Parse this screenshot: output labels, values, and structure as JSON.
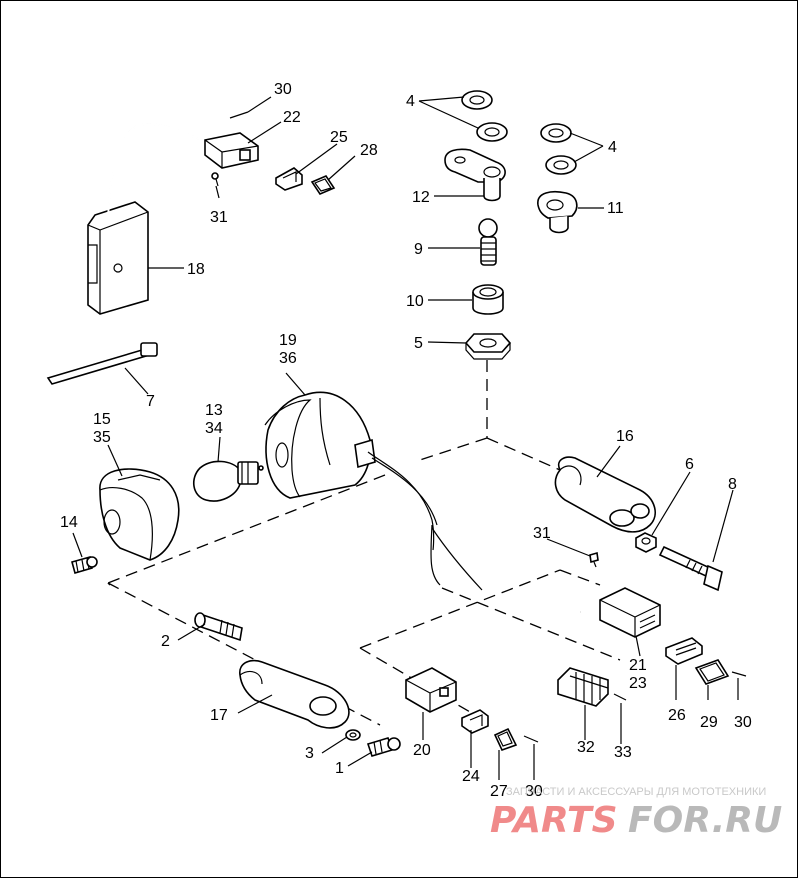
{
  "diagram": {
    "type": "exploded-parts-view",
    "callouts": [
      {
        "id": "c30a",
        "text": "30"
      },
      {
        "id": "c22",
        "text": "22"
      },
      {
        "id": "c25",
        "text": "25"
      },
      {
        "id": "c28",
        "text": "28"
      },
      {
        "id": "c31a",
        "text": "31"
      },
      {
        "id": "c18",
        "text": "18"
      },
      {
        "id": "c4a",
        "text": "4"
      },
      {
        "id": "c4b",
        "text": "4"
      },
      {
        "id": "c12",
        "text": "12"
      },
      {
        "id": "c11",
        "text": "11"
      },
      {
        "id": "c9",
        "text": "9"
      },
      {
        "id": "c10",
        "text": "10"
      },
      {
        "id": "c5",
        "text": "5"
      },
      {
        "id": "c19",
        "text": "19"
      },
      {
        "id": "c36",
        "text": "36"
      },
      {
        "id": "c7",
        "text": "7"
      },
      {
        "id": "c13",
        "text": "13"
      },
      {
        "id": "c34",
        "text": "34"
      },
      {
        "id": "c15",
        "text": "15"
      },
      {
        "id": "c35",
        "text": "35"
      },
      {
        "id": "c16",
        "text": "16"
      },
      {
        "id": "c6",
        "text": "6"
      },
      {
        "id": "c8",
        "text": "8"
      },
      {
        "id": "c14",
        "text": "14"
      },
      {
        "id": "c31b",
        "text": "31"
      },
      {
        "id": "c2",
        "text": "2"
      },
      {
        "id": "c21",
        "text": "21"
      },
      {
        "id": "c23",
        "text": "23"
      },
      {
        "id": "c17",
        "text": "17"
      },
      {
        "id": "c20",
        "text": "20"
      },
      {
        "id": "c32",
        "text": "32"
      },
      {
        "id": "c33",
        "text": "33"
      },
      {
        "id": "c26",
        "text": "26"
      },
      {
        "id": "c29",
        "text": "29"
      },
      {
        "id": "c30b",
        "text": "30"
      },
      {
        "id": "c3",
        "text": "3"
      },
      {
        "id": "c1",
        "text": "1"
      },
      {
        "id": "c24",
        "text": "24"
      },
      {
        "id": "c27",
        "text": "27"
      },
      {
        "id": "c30c",
        "text": "30"
      }
    ]
  },
  "watermark": {
    "tagline": "ЗАПЧАСТИ И АКСЕССУАРЫ ДЛЯ МОТОТЕХНИКИ",
    "logo_left": "PARTS",
    "logo_right": "FOR.RU",
    "color_left": "#f08a8a",
    "color_right": "#b9b9b9"
  }
}
